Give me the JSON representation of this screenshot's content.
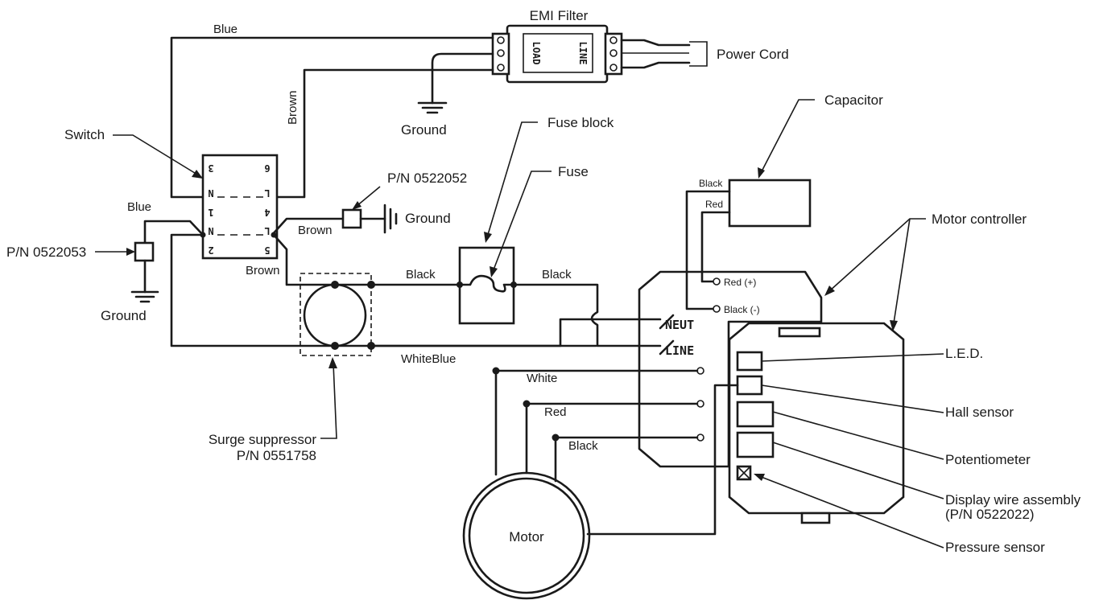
{
  "labels": {
    "emi_filter": "EMI Filter",
    "emi_load": "LOAD",
    "emi_line": "LINE",
    "power_cord": "Power Cord",
    "ground_top": "Ground",
    "capacitor": "Capacitor",
    "switch": "Switch",
    "fuse_block": "Fuse block",
    "fuse": "Fuse",
    "pn_ground_lug": "P/N 0522052",
    "ground_right": "Ground",
    "pn_ground_left": "P/N 0522053",
    "ground_left": "Ground",
    "motor_controller": "Motor controller",
    "surge_suppressor": "Surge suppressor",
    "surge_pn": "P/N 0551758",
    "motor": "Motor",
    "led": "L.E.D.",
    "hall_sensor": "Hall sensor",
    "potentiometer": "Potentiometer",
    "display_wire": "Display wire assembly",
    "display_wire_pn": "(P/N 0522022)",
    "pressure_sensor": "Pressure sensor",
    "neut": "NEUT",
    "line": "LINE"
  },
  "wires": {
    "blue_top": "Blue",
    "brown_vertical": "Brown",
    "blue_left": "Blue",
    "brown_lug": "Brown",
    "brown_switch": "Brown",
    "black_fuse_in": "Black",
    "black_fuse_out": "Black",
    "white_blue": "WhiteBlue",
    "cap_black": "Black",
    "cap_red": "Red",
    "red_plus": "Red (+)",
    "black_minus": "Black (-)",
    "motor_white": "White",
    "motor_red": "Red",
    "motor_black": "Black"
  },
  "switch_terminals": {
    "top_left": "3",
    "top_right": "6",
    "mid_left": "N",
    "mid_right": "L",
    "mid_num_left": "1",
    "mid_num_right": "4",
    "low_left": "N",
    "low_right": "L",
    "bot_left": "2",
    "bot_right": "5"
  }
}
